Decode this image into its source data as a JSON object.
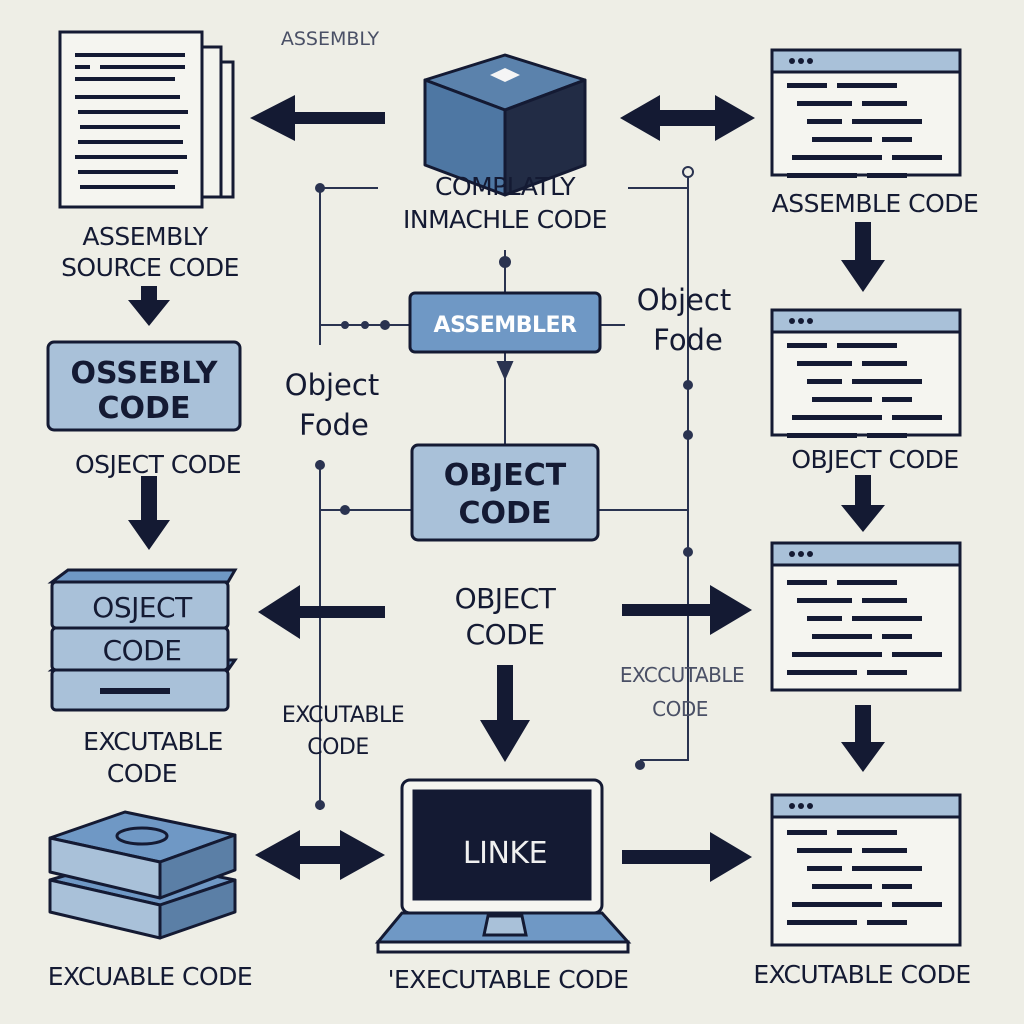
{
  "colors": {
    "background": "#eeeee6",
    "navy": "#141a33",
    "blue": "#6f98c5",
    "light_blue": "#a9c1d9",
    "mid_blue": "#5b7fa6"
  },
  "labels": {
    "top_assembly": "ASSEMBLY",
    "assembly_source_1": "ASSEMBLY",
    "assembly_source_2": "SOURCE CODE",
    "ossebly_1": "OSSEBLY",
    "ossebly_2": "CODE",
    "object_fode_left_1": "Object",
    "object_fode_left_2": "Fode",
    "osject_code": "OSJECT CODE",
    "stack_1": "OSJECT",
    "stack_2": "CODE",
    "excutable_left_1": "EXCUTABLE",
    "excutable_left_2": "CODE",
    "excuable_code": "EXCUABLE CODE",
    "complatly_1": "COMPLATLY",
    "complatly_2": "INMACHLE CODE",
    "assembler": "ASSEMBLER",
    "object_fode_right_1": "Object",
    "object_fode_right_2": "Fode",
    "object_code_box_1": "OBJECT",
    "object_code_box_2": "CODE",
    "object_code_center_1": "OBJECT",
    "object_code_center_2": "CODE",
    "excutable_mid_1": "EXCUTABLE",
    "excutable_mid_2": "CODE",
    "exccutable_right_1": "EXCCUTABLE",
    "exccutable_right_2": "CODE",
    "linker": "LINKE",
    "executable_code_bottom": "'EXECUTABLE CODE",
    "assemble_code": "ASSEMBLE CODE",
    "object_code_right": "OBJECT CODE",
    "excutable_code_right": "EXCUTABLE CODE"
  }
}
